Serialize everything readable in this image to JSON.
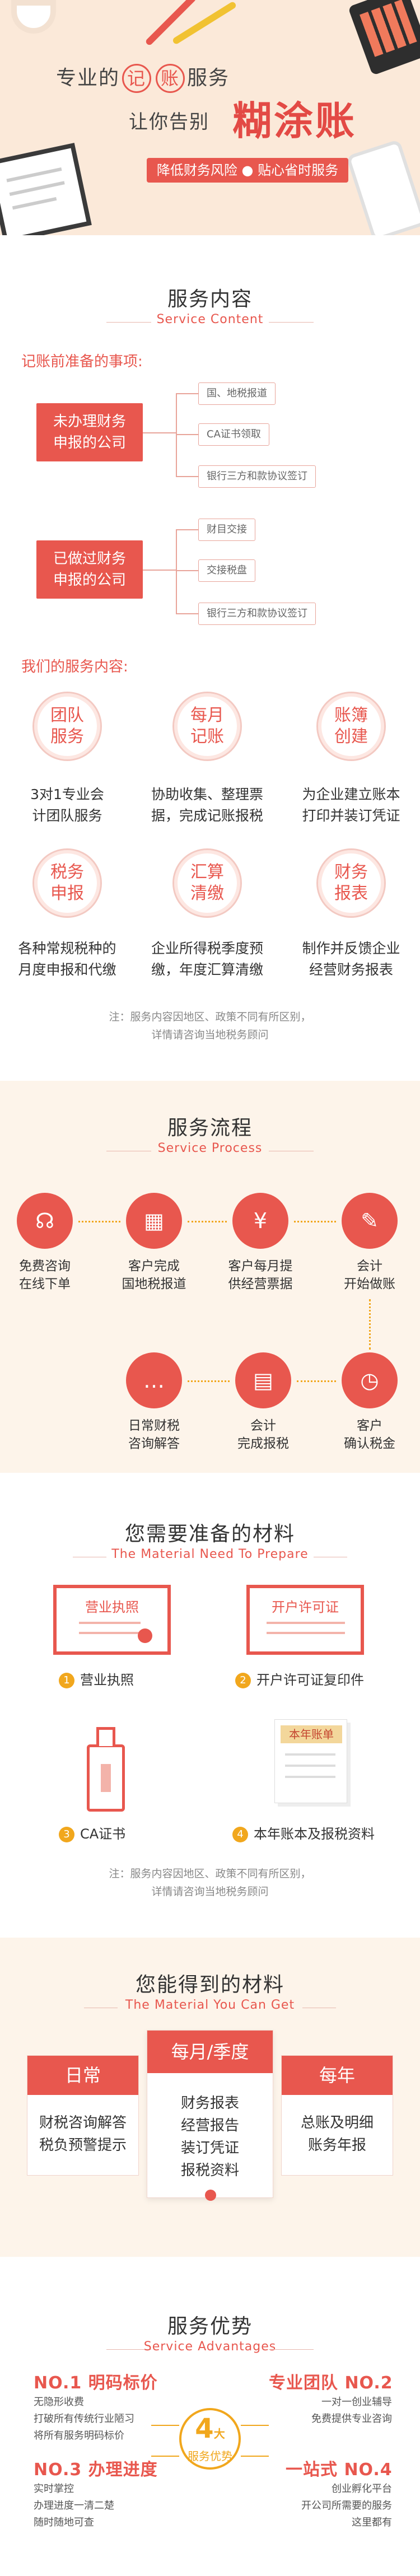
{
  "hero": {
    "line1_before": "专业的",
    "mark1": "记",
    "mark2": "账",
    "line1_after": "服务",
    "line2": "让你告别",
    "big": "糊涂账",
    "tag_left": "降低财务风险",
    "tag_right": "贴心省时服务"
  },
  "content": {
    "title": "服务内容",
    "subtitle": "Service Content",
    "prep_label": "记账前准备的事项:",
    "box1": [
      "未办理财务",
      "申报的公司"
    ],
    "box1_items": [
      "国、地税报道",
      "CA证书领取",
      "银行三方和款协议签订"
    ],
    "box2": [
      "已做过财务",
      "申报的公司"
    ],
    "box2_items": [
      "财目交接",
      "交接税盘",
      "银行三方和款协议签订"
    ],
    "ours_label": "我们的服务内容:",
    "services": [
      {
        "name": [
          "团队",
          "服务"
        ],
        "desc": [
          "3对1专业会",
          "计团队服务"
        ]
      },
      {
        "name": [
          "每月",
          "记账"
        ],
        "desc": [
          "协助收集、整理票",
          "据，完成记账报税"
        ]
      },
      {
        "name": [
          "账簿",
          "创建"
        ],
        "desc": [
          "为企业建立账本",
          "打印并装订凭证"
        ]
      },
      {
        "name": [
          "税务",
          "申报"
        ],
        "desc": [
          "各种常规税种的",
          "月度申报和代缴"
        ]
      },
      {
        "name": [
          "汇算",
          "清缴"
        ],
        "desc": [
          "企业所得税季度预",
          "缴，年度汇算清缴"
        ]
      },
      {
        "name": [
          "财务",
          "报表"
        ],
        "desc": [
          "制作并反馈企业",
          "经营财务报表"
        ]
      }
    ],
    "note": [
      "注：服务内容因地区、政策不同有所区别，",
      "详情请咨询当地税务顾问"
    ]
  },
  "process": {
    "title": "服务流程",
    "subtitle": "Service Process",
    "steps": [
      {
        "icon": "headset-icon",
        "glyph": "☊",
        "label": [
          "免费咨询",
          "在线下单"
        ]
      },
      {
        "icon": "calendar-icon",
        "glyph": "▦",
        "label": [
          "客户完成",
          "国地税报道"
        ]
      },
      {
        "icon": "yen-icon",
        "glyph": "¥",
        "label": [
          "客户每月提",
          "供经营票据"
        ]
      },
      {
        "icon": "accounting-icon",
        "glyph": "✎",
        "label": [
          "会计",
          "开始做账"
        ]
      },
      {
        "icon": "clock-icon",
        "glyph": "◷",
        "label": [
          "客户",
          "确认税金"
        ]
      },
      {
        "icon": "document-icon",
        "glyph": "▤",
        "label": [
          "会计",
          "完成报税"
        ]
      },
      {
        "icon": "chat-icon",
        "glyph": "…",
        "label": [
          "日常财税",
          "咨询解答"
        ]
      }
    ]
  },
  "prepare": {
    "title": "您需要准备的材料",
    "subtitle": "The Material  Need To Prepare",
    "items": [
      {
        "num": "1",
        "label": "营业执照",
        "card": "营业执照"
      },
      {
        "num": "2",
        "label": "开户许可证复印件",
        "card": "开户许可证"
      },
      {
        "num": "3",
        "label": "CA证书"
      },
      {
        "num": "4",
        "label": "本年账本及报税资料",
        "card": "本年账单"
      }
    ],
    "note": [
      "注：服务内容因地区、政策不同有所区别，",
      "详情请咨询当地税务顾问"
    ]
  },
  "get": {
    "title": "您能得到的材料",
    "subtitle": "The Material  You Can Get",
    "cards": [
      {
        "head": "日常",
        "lines": [
          "财税咨询解答",
          "税负预警提示"
        ]
      },
      {
        "head": "每月/季度",
        "lines": [
          "财务报表",
          "经营报告",
          "装订凭证",
          "报税资料"
        ]
      },
      {
        "head": "每年",
        "lines": [
          "总账及明细",
          "账务年报"
        ]
      }
    ]
  },
  "adv": {
    "title": "服务优势",
    "subtitle": "Service Advantages",
    "center_big": "4",
    "center_small": "大",
    "center_text": "服务优势",
    "items": [
      {
        "head": "NO.1 明码标价",
        "lines": [
          "无隐形收费",
          "打破所有传统行业陋习",
          "将所有服务明码标价"
        ]
      },
      {
        "head": "专业团队 NO.2",
        "lines": [
          "一对一创业辅导",
          "免费提供专业咨询"
        ]
      },
      {
        "head": "NO.3 办理进度",
        "lines": [
          "实时掌控",
          "办理进度一清二楚",
          "随时随地可查"
        ]
      },
      {
        "head": "一站式 NO.4",
        "lines": [
          "创业孵化平台",
          "开公司所需要的服务",
          "这里都有"
        ]
      }
    ]
  }
}
